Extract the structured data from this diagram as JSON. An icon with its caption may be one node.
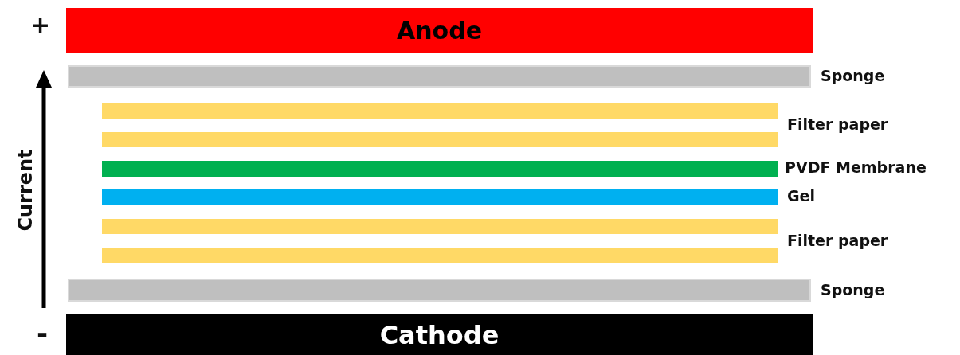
{
  "diagram": {
    "nodes": [
      {
        "text": [
          "Anode"
        ]
      },
      {
        "text": [],
        "shape": "bar",
        "beside": [
          "Sponge"
        ]
      },
      {
        "text": [],
        "shape": "bar"
      },
      {
        "text": [],
        "shape": "bar"
      },
      {
        "text": [],
        "shape": "bar",
        "beside": [
          "PVDF Membrane"
        ]
      },
      {
        "text": [],
        "shape": "bar",
        "beside": [
          "Gel"
        ]
      },
      {
        "text": [],
        "shape": "bar"
      },
      {
        "text": [],
        "shape": "bar"
      },
      {
        "text": [],
        "shape": "bar",
        "beside": [
          "Sponge"
        ]
      },
      {
        "text": [
          "Cathode"
        ]
      }
    ],
    "edges": [],
    "labels": [
      "+",
      "Current",
      "Filter paper",
      "Filter paper",
      "-"
    ]
  }
}
